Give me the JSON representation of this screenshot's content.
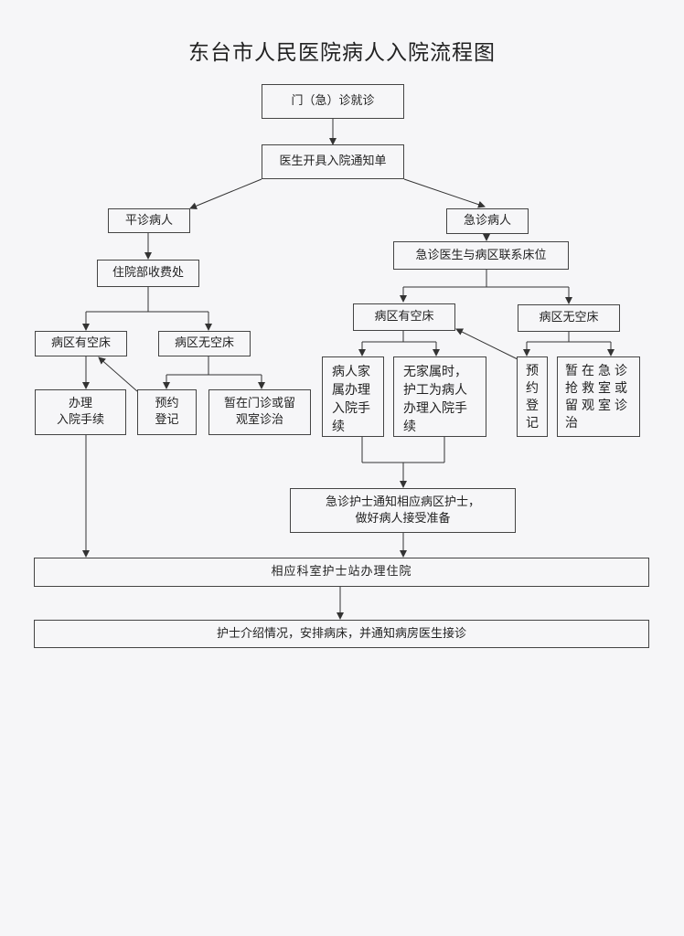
{
  "title": "东台市人民医院病人入院流程图",
  "nodes": {
    "outpatient": "门（急）诊就诊",
    "admission_notice": "医生开具入院通知单",
    "regular_patient": "平诊病人",
    "emergency_patient": "急诊病人",
    "admission_office": "住院部收费处",
    "emergency_contact_ward": "急诊医生与病区联系床位",
    "regular_bed_available": "病区有空床",
    "regular_no_bed": "病区无空床",
    "emergency_bed_available": "病区有空床",
    "emergency_no_bed": "病区无空床",
    "handle_admission": "办理\n入院手续",
    "reserve_register": "预约\n登记",
    "temp_outpatient_observation": "暂在门诊或留\n观室诊治",
    "family_handles": "病人家\n属办理\n入院手\n续",
    "no_family_worker_handles": "无家属时，\n护工为病人\n办理入院手\n续",
    "emergency_reserve": "预\n约\n登\n记",
    "emergency_temp_treatment": "暂在急诊\n抢救室或\n留观室诊\n治",
    "nurse_notify_ward": "急诊护士通知相应病区护士，\n做好病人接受准备",
    "dept_nurse_station": "相应科室护士站办理住院",
    "nurse_introduce": "护士介绍情况，安排病床，并通知病房医生接诊"
  }
}
